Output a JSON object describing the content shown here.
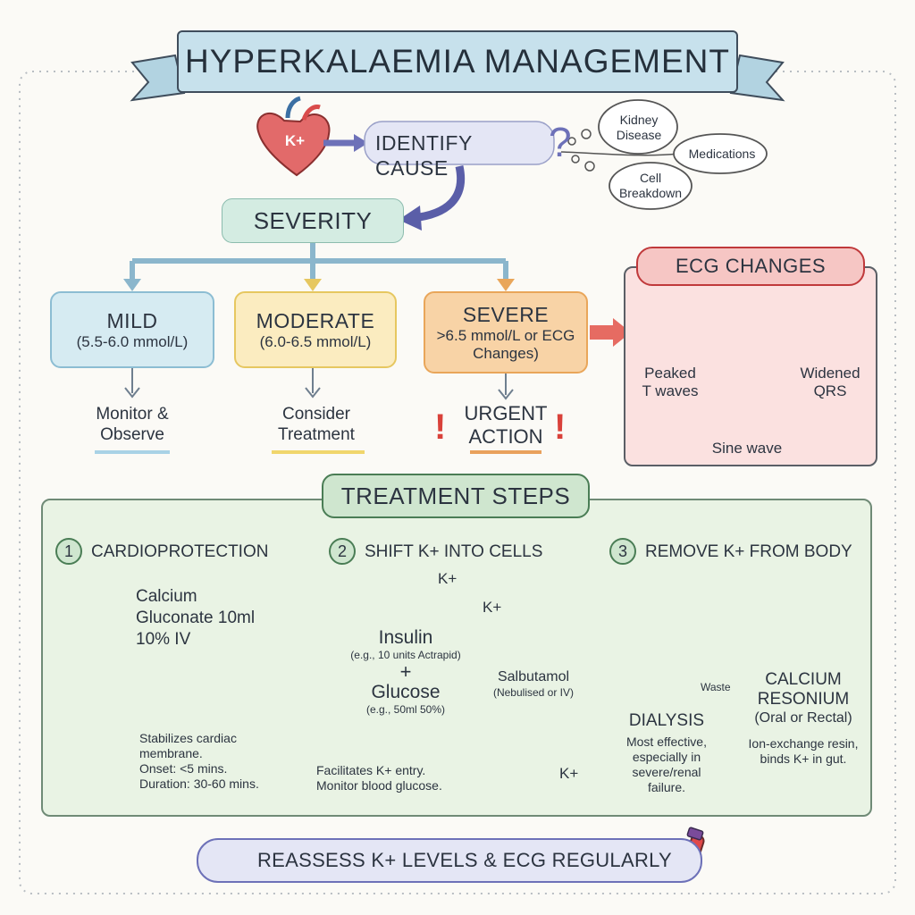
{
  "title": "HYPERKALAEMIA MANAGEMENT",
  "identify": {
    "heart_label": "K+",
    "text": "IDENTIFY CAUSE",
    "mark": "?"
  },
  "causes": [
    "Kidney Disease",
    "Medications",
    "Cell Breakdown"
  ],
  "severity": {
    "label": "SEVERITY"
  },
  "levels": [
    {
      "name": "MILD",
      "range": "(5.5-6.0 mmol/L)",
      "action_line1": "Monitor &",
      "action_line2": "Observe"
    },
    {
      "name": "MODERATE",
      "range": "(6.0-6.5 mmol/L)",
      "action_line1": "Consider",
      "action_line2": "Treatment"
    },
    {
      "name": "SEVERE",
      "range": ">6.5 mmol/L or ECG Changes)",
      "action_line1": "URGENT",
      "action_line2": "ACTION"
    }
  ],
  "bang": "!",
  "ecg": {
    "title": "ECG CHANGES",
    "peaked_1": "Peaked",
    "peaked_2": "T waves",
    "widened_1": "Widened",
    "widened_2": "QRS",
    "sine": "Sine wave"
  },
  "treatment": {
    "title": "TREATMENT STEPS",
    "steps": [
      {
        "num": "1",
        "label": "CARDIOPROTECTION"
      },
      {
        "num": "2",
        "label": "SHIFT K+ INTO CELLS"
      },
      {
        "num": "3",
        "label": "REMOVE K+ FROM BODY"
      }
    ],
    "calcium": {
      "line1": "Calcium",
      "line2": "Gluconate 10ml",
      "line3": "10% IV",
      "n1": "Stabilizes cardiac",
      "n2": "membrane.",
      "n3": "Onset: <5 mins.",
      "n4": "Duration: 30-60 mins."
    },
    "shift": {
      "k1": "K+",
      "k2": "K+",
      "insulin": "Insulin",
      "insulin_dose": "(e.g., 10 units Actrapid)",
      "plus": "+",
      "glucose": "Glucose",
      "glucose_dose": "(e.g., 50ml 50%)",
      "salb": "Salbutamol",
      "salb_route": "(Nebulised or IV)",
      "salb_k": "K+",
      "n1": "Facilitates K+ entry.",
      "n2": "Monitor blood glucose."
    },
    "remove": {
      "waste": "Waste",
      "dialysis": "DIALYSIS",
      "d1": "Most effective,",
      "d2": "especially in",
      "d3": "severe/renal",
      "d4": "failure.",
      "cr1": "CALCIUM",
      "cr2": "RESONIUM",
      "cr3": "(Oral or Rectal)",
      "r1": "Ion-exchange resin,",
      "r2": "binds K+ in gut."
    }
  },
  "footer": "REASSESS K+ LEVELS & ECG REGULARLY",
  "colors": {
    "mild": "#d6ebf2",
    "moderate": "#fbecc0",
    "severe": "#f8d3a6",
    "ecg": "#fbe1e0",
    "treatment": "#e9f3e4",
    "banner": "#c7e1ec"
  }
}
